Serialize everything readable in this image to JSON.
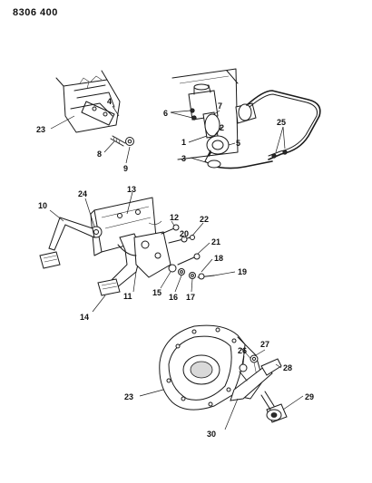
{
  "document": {
    "number": "8306 400"
  },
  "callouts": {
    "c1": "1",
    "c2": "2",
    "c3": "3",
    "c4": "4",
    "c5": "5",
    "c6": "6",
    "c7": "7",
    "c8": "8",
    "c9": "9",
    "c10": "10",
    "c11": "11",
    "c12": "12",
    "c13": "13",
    "c14": "14",
    "c15": "15",
    "c16": "16",
    "c17": "17",
    "c18": "18",
    "c19": "19",
    "c20": "20",
    "c21": "21",
    "c22": "22",
    "c23a": "23",
    "c23b": "23",
    "c24": "24",
    "c25": "25",
    "c26": "26",
    "c27": "27",
    "c28": "28",
    "c29": "29",
    "c30": "30"
  }
}
